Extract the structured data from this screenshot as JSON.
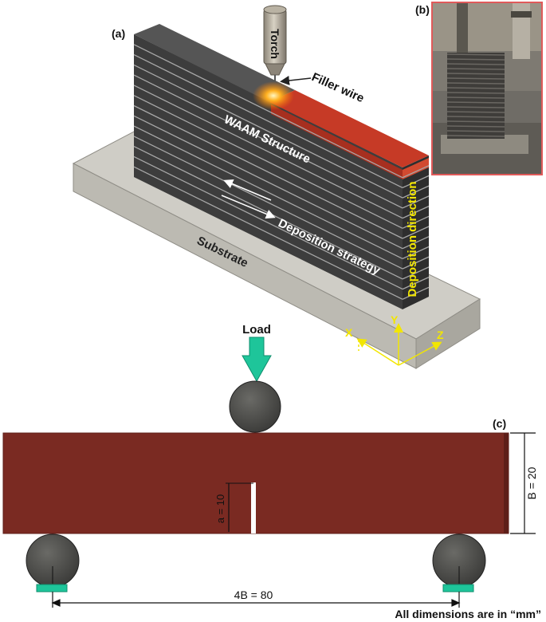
{
  "panel_a": {
    "label": "(a)",
    "torch": "Torch",
    "filler_wire": "Filler wire",
    "structure": "WAAM Structure",
    "strategy": "Deposition strategy",
    "substrate": "Substrate",
    "direction": "Deposition direction",
    "axis_x": "X",
    "axis_y": "Y",
    "axis_z": "Z"
  },
  "panel_b": {
    "label": "(b)"
  },
  "panel_c": {
    "label": "(c)",
    "load": "Load",
    "crack": "a = 10",
    "height": "B = 20",
    "span": "4B = 80",
    "units_note": "All dimensions are in “mm”"
  },
  "colors": {
    "layers": "#3d3d3d",
    "active_layer": "#c63a26",
    "substrate": "#cfcdc6",
    "beam": "#7a2a22",
    "roller": "#4a4a48",
    "load_arrow": "#1ec59a",
    "support": "#1ec59a",
    "axis": "#f2e600"
  }
}
